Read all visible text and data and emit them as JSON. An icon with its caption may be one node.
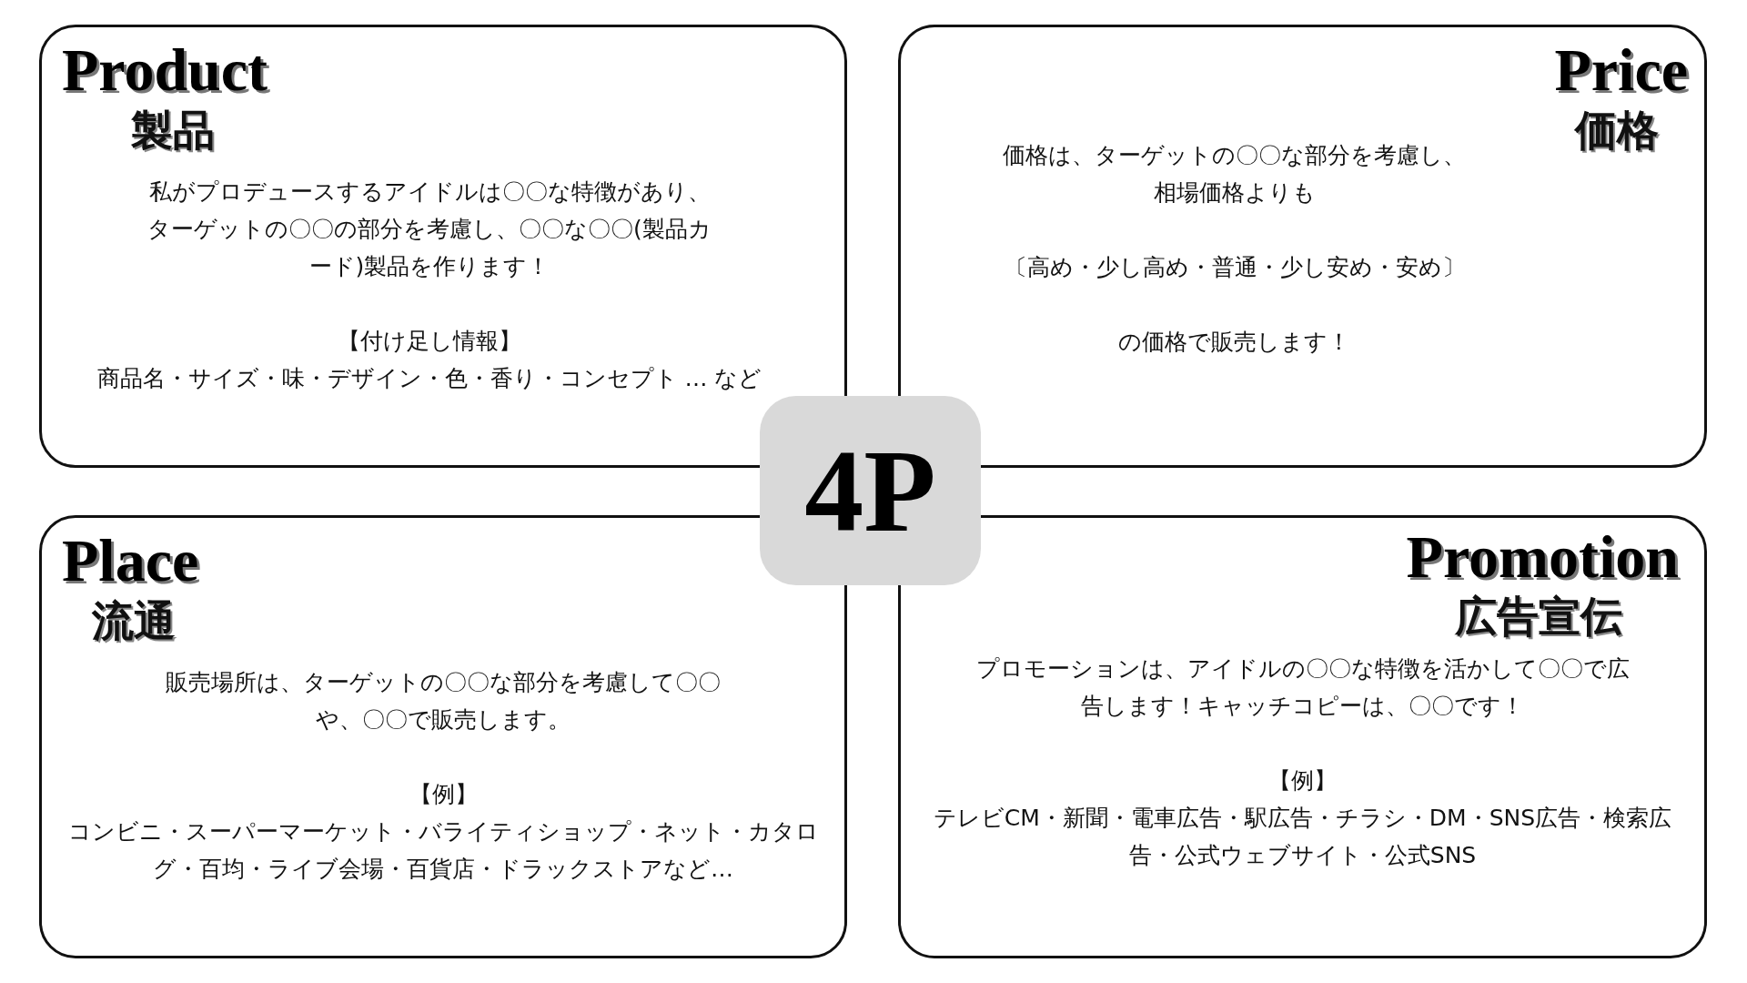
{
  "diagram": {
    "nodes": [
      {
        "text": [
          "Product",
          "製品",
          "私がプロデュースするアイドルは〇〇な特徴があり、ターゲットの〇〇の部分を考慮し、〇〇な〇〇(製品カード)製品を作ります！",
          "【付け足し情報】",
          "商品名・サイズ・味・デザイン・色・香り・コンセプト … など"
        ]
      },
      {
        "text": [
          "Price",
          "価格",
          "価格は、ターゲットの〇〇な部分を考慮し、相場価格よりも",
          "〔高め・少し高め・普通・少し安め・安め〕",
          "の価格で販売します！"
        ]
      },
      {
        "text": [
          "4P"
        ]
      },
      {
        "text": [
          "Place",
          "流通",
          "販売場所は、ターゲットの〇〇な部分を考慮して〇〇や、〇〇で販売します。",
          "【例】",
          "コンビニ・スーパーマーケット・バライティショップ・ネット・カタログ・百均・ライブ会場・百貨店・ドラックストアなど…"
        ]
      },
      {
        "text": [
          "Promotion",
          "広告宣伝",
          "プロモーションは、アイドルの〇〇な特徴を活かして〇〇で広告します！キャッチコピーは、〇〇です！",
          "【例】",
          "テレビCM・新聞・電車広告・駅広告・チラシ・DM・SNS広告・検索広告・公式ウェブサイト・公式SNS"
        ]
      }
    ]
  }
}
